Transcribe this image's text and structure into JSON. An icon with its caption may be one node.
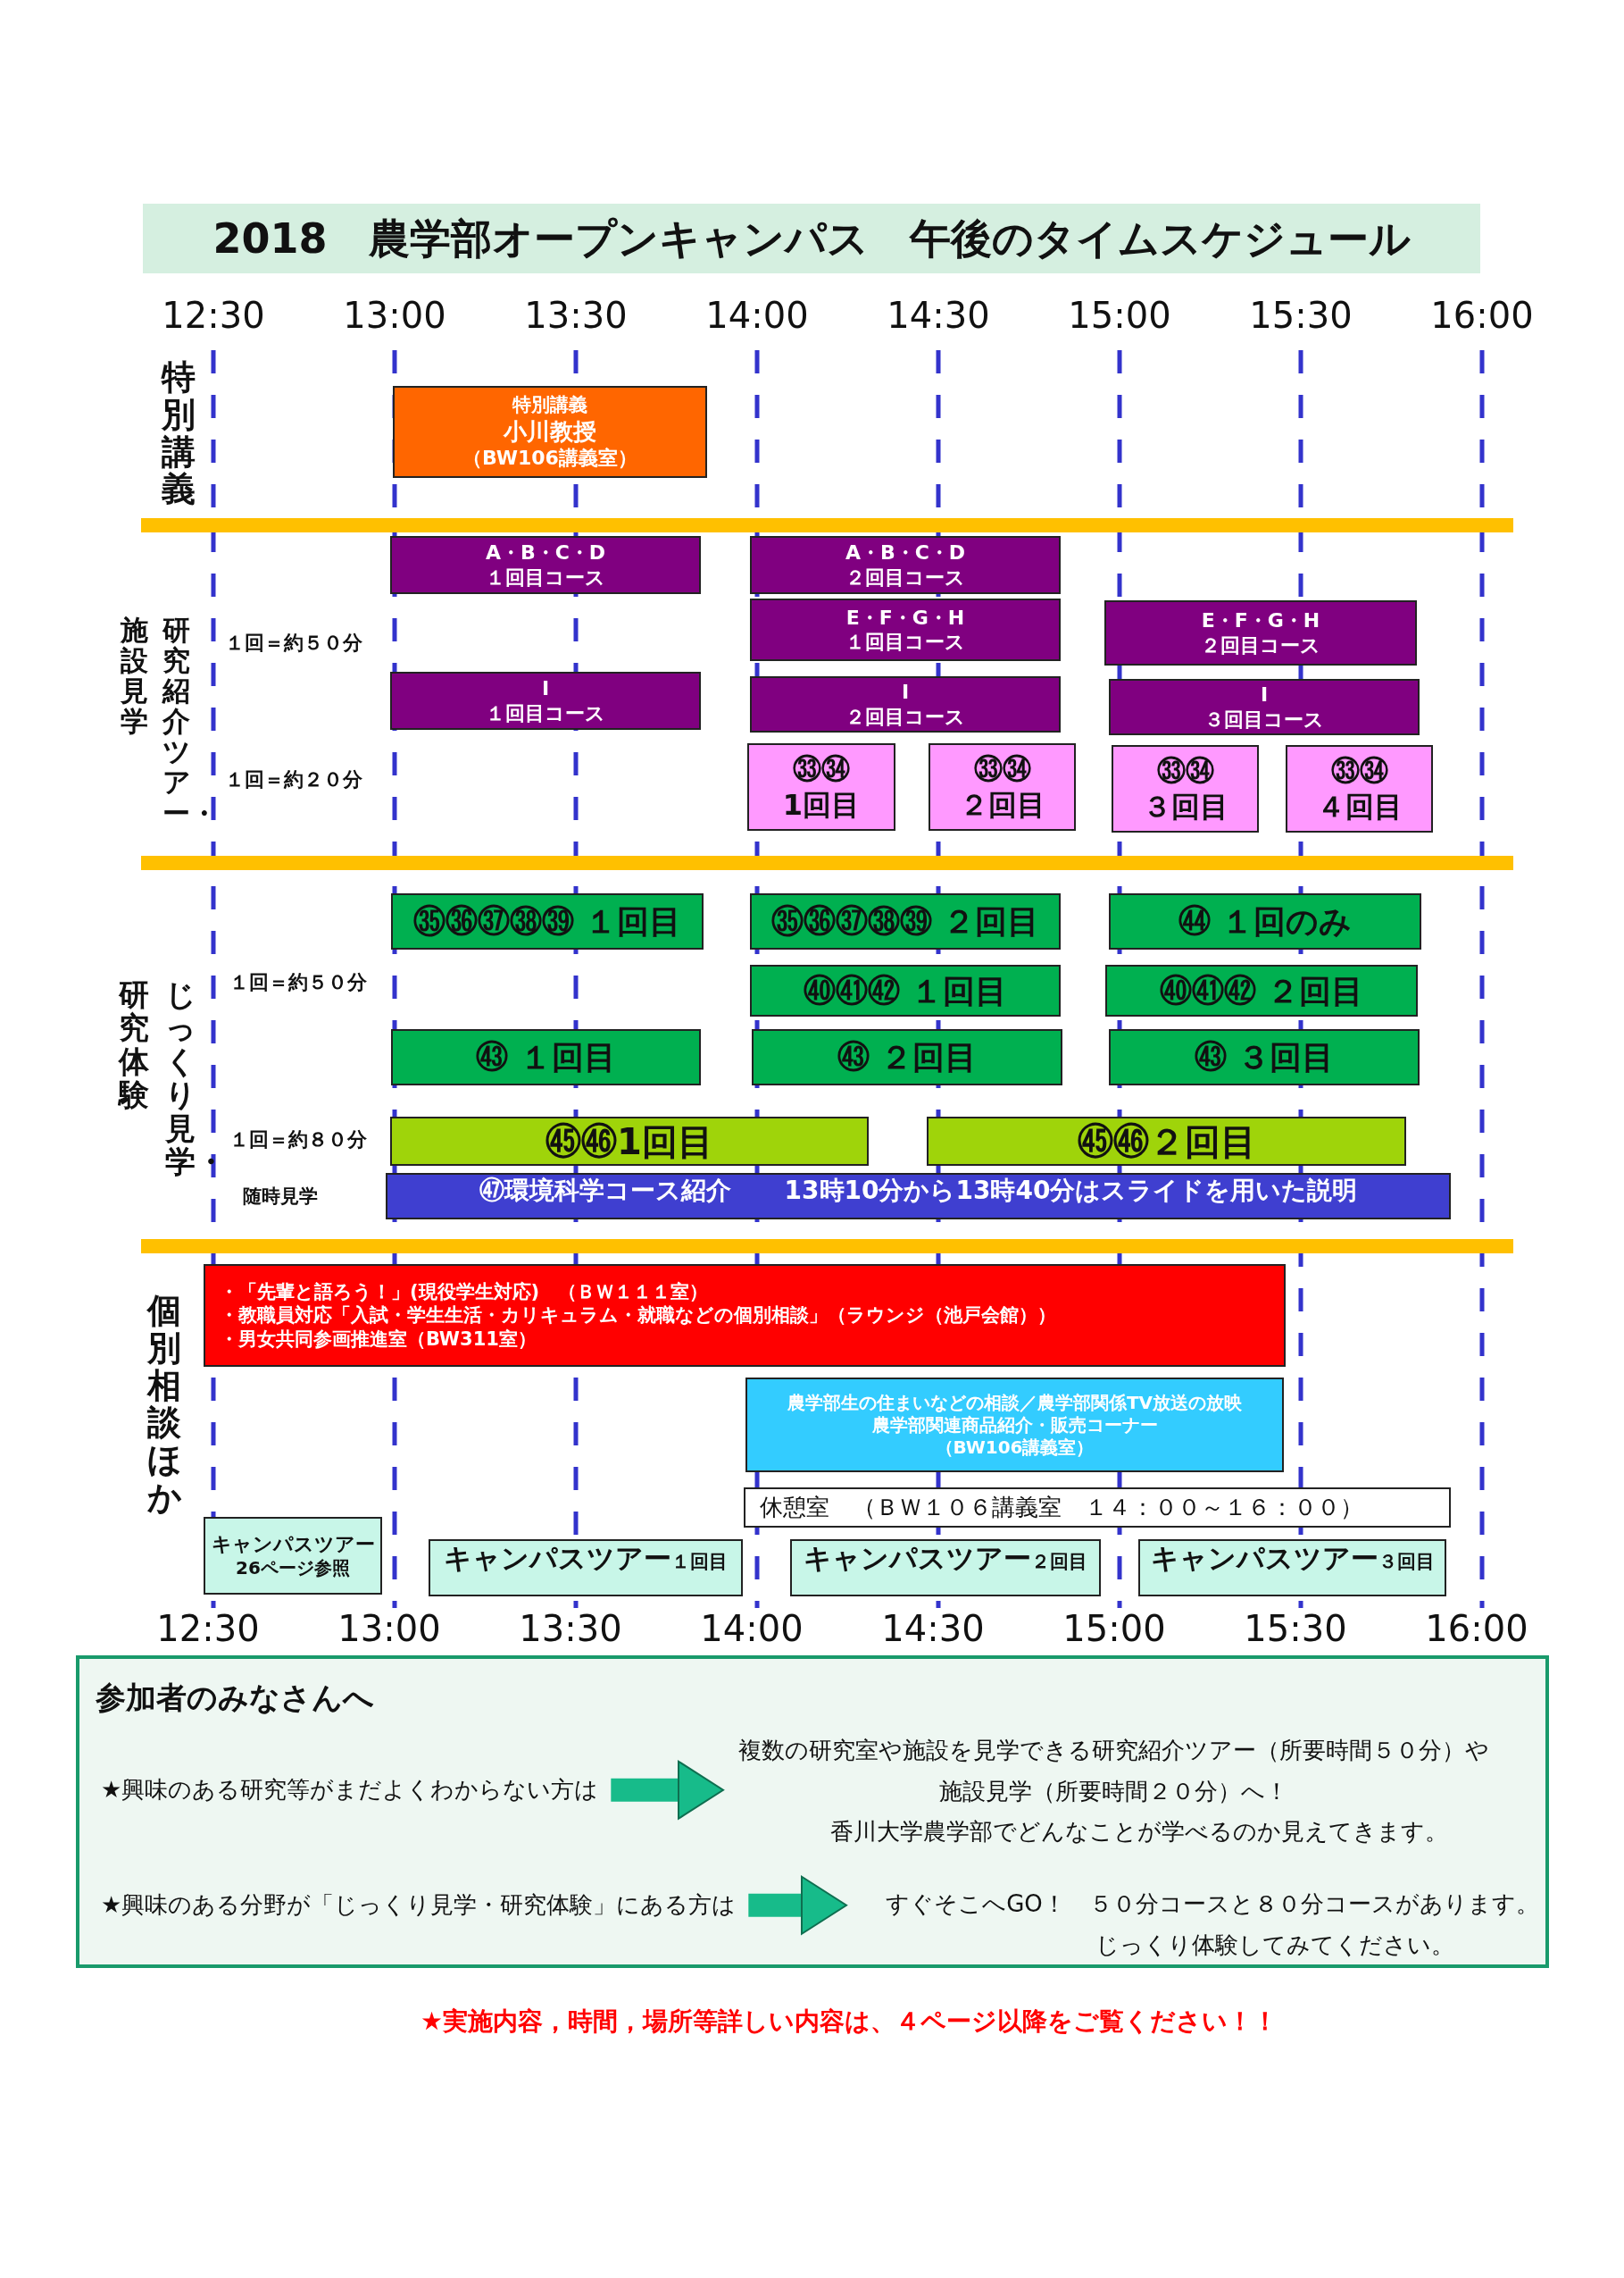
{
  "diagram": {
    "title": "2018　農学部オープンキャンパス　午後のタイムスケジュール",
    "nodes": [
      {
        "text": [
          "特別講義",
          "小川教授",
          "（BW106講義室）"
        ]
      },
      {
        "text": [
          "A・B・C・D",
          "１回目コース"
        ]
      },
      {
        "text": [
          "A・B・C・D",
          "２回目コース"
        ]
      },
      {
        "text": [
          "E・F・G・H",
          "１回目コース"
        ]
      },
      {
        "text": [
          "E・F・G・H",
          "２回目コース"
        ]
      },
      {
        "text": [
          "I",
          "１回目コース"
        ]
      },
      {
        "text": [
          "I",
          "２回目コース"
        ]
      },
      {
        "text": [
          "I",
          "３回目コース"
        ]
      },
      {
        "text": [
          "㉝㉞",
          "1回目"
        ]
      },
      {
        "text": [
          "㉝㉞",
          "２回目"
        ]
      },
      {
        "text": [
          "㉝㉞",
          "３回目"
        ]
      },
      {
        "text": [
          "㉝㉞",
          "４回目"
        ]
      },
      {
        "text": [
          "㉟㊱㊲㊳㊴ １回目"
        ]
      },
      {
        "text": [
          "㉟㊱㊲㊳㊴ ２回目"
        ]
      },
      {
        "text": [
          "㊹ １回のみ"
        ]
      },
      {
        "text": [
          "㊵㊶㊷ １回目"
        ]
      },
      {
        "text": [
          "㊵㊶㊷ ２回目"
        ]
      },
      {
        "text": [
          "㊸ １回目"
        ]
      },
      {
        "text": [
          "㊸ ２回目"
        ]
      },
      {
        "text": [
          "㊸ ３回目"
        ]
      },
      {
        "text": [
          "㊺㊻1回目"
        ]
      },
      {
        "text": [
          "㊺㊻２回目"
        ]
      },
      {
        "text": [
          "㊼環境科学コース紹介",
          "13時10分から13時40分はスライドを用いた説明"
        ]
      },
      {
        "text": [
          "・「先輩と語ろう！」(現役学生対応)　（ＢＷ１１１室）",
          "・教職員対応「入試・学生生活・カリキュラム・就職などの個別相談」（ラウンジ（池戸会館））",
          "・男女共同参画推進室（BW311室）"
        ]
      },
      {
        "text": [
          "農学部生の住まいなどの相談／農学部関係TV放送の放映",
          "農学部関連商品紹介・販売コーナー",
          "（BW106講義室）"
        ]
      },
      {
        "text": [
          "休憩室　（ＢＷ１０６講義室　１４：００～１６：００）"
        ]
      },
      {
        "text": [
          "キャンパスツアー",
          "26ページ参照"
        ]
      },
      {
        "text": [
          "キャンパスツアー",
          "１回目"
        ]
      },
      {
        "text": [
          "キャンパスツアー",
          "２回目"
        ]
      },
      {
        "text": [
          "キャンパスツアー",
          "３回目"
        ]
      },
      {
        "text": [
          "参加者のみなさんへ"
        ]
      },
      {
        "text": [
          "★興味のある研究等がまだよくわからない方は"
        ],
        "in": 30
      },
      {
        "text": [
          "複数の研究室や施設を見学できる研究紹介ツアー（所要時間５０分）や施設見学（所要時間２０分）へ！",
          "香川大学農学部でどんなことが学べるのか見えてきます。"
        ],
        "in": 30
      },
      {
        "text": [
          "★興味のある分野が「じっくり見学・研究体験」にある方は"
        ],
        "in": 30
      },
      {
        "text": [
          "すぐそこへGO！　５０分コースと８０分コースがあります。",
          "じっくり体験してみてください。"
        ],
        "in": 30
      }
    ],
    "edges": [
      {
        "from": 31,
        "to": 32,
        "arrow": "to"
      },
      {
        "from": 33,
        "to": 34,
        "arrow": "to"
      }
    ],
    "labels": [
      "12:30",
      "13:00",
      "13:30",
      "14:00",
      "14:30",
      "15:00",
      "15:30",
      "16:00",
      "特別講義",
      "研究紹介ツアー・",
      "施設見学",
      "１回＝約５０分",
      "１回＝約２０分",
      "じっくり見学・",
      "研究体験",
      "１回＝約５０分",
      "１回＝約８０分",
      "随時見学",
      "個別相談ほか",
      "12:30",
      "13:00",
      "13:30",
      "14:00",
      "14:30",
      "15:00",
      "15:30",
      "16:00",
      "★実施内容，時間，場所等詳しい内容は、４ページ以降をご覧ください！！"
    ]
  }
}
